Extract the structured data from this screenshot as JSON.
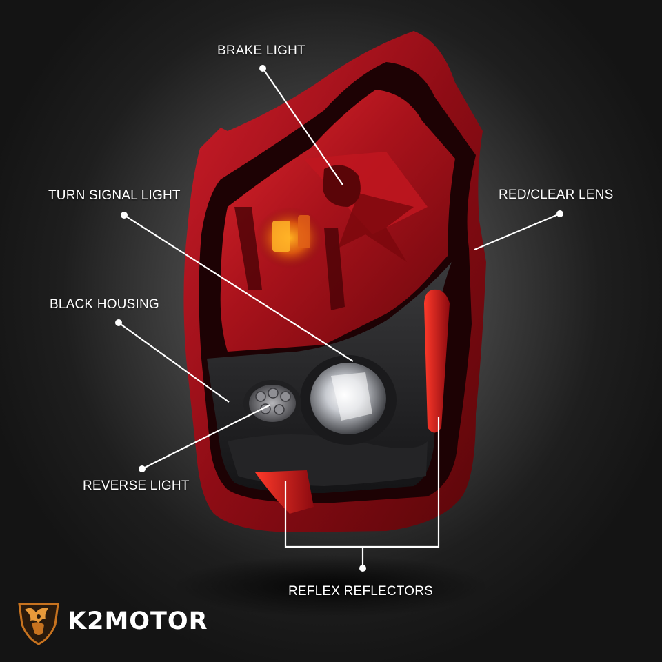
{
  "callouts": {
    "brake_light": "BRAKE LIGHT",
    "turn_signal": "TURN SIGNAL LIGHT",
    "red_clear_lens": "RED/CLEAR LENS",
    "black_housing": "BLACK HOUSING",
    "reverse_light": "REVERSE LIGHT",
    "reflex_reflectors": "REFLEX REFLECTORS"
  },
  "brand": {
    "name": "K2MOTOR",
    "logo_icon": "winged-lion-shield-icon",
    "logo_color": "#c8731f"
  },
  "colors": {
    "lens_red": "#b0101a",
    "housing_black": "#1c1c1e",
    "callout_line": "#ffffff"
  }
}
